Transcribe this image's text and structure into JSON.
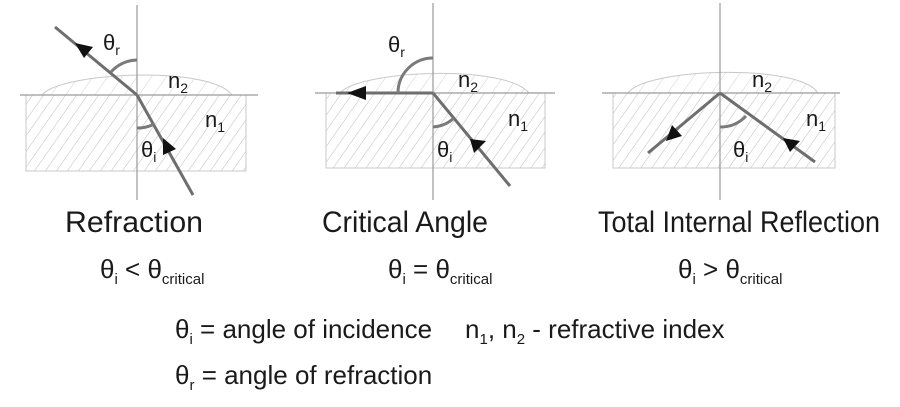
{
  "panels": [
    {
      "title": "Refraction",
      "theta": "θ",
      "i": "i",
      "op": " < ",
      "crit": "critical",
      "r_label": "r",
      "n2": "n",
      "n2_sub": "2",
      "n1": "n",
      "n1_sub": "1"
    },
    {
      "title": "Critical Angle",
      "theta": "θ",
      "i": "i",
      "op": " = ",
      "crit": "critical",
      "r_label": "r",
      "n2": "n",
      "n2_sub": "2",
      "n1": "n",
      "n1_sub": "1"
    },
    {
      "title": "Total Internal Reflection",
      "theta": "θ",
      "i": "i",
      "op": " > ",
      "crit": "critical",
      "n2": "n",
      "n2_sub": "2",
      "n1": "n",
      "n1_sub": "1"
    }
  ],
  "legend": {
    "incidence": {
      "theta": "θ",
      "sub": "i",
      "text": " = angle of incidence"
    },
    "refraction": {
      "theta": "θ",
      "sub": "r",
      "text": " = angle of refraction"
    },
    "index": {
      "n1": "n",
      "n1_sub": "1",
      "sep": ", ",
      "n2": "n",
      "n2_sub": "2",
      "text": " - refractive index"
    }
  },
  "colors": {
    "ray": "#6e6e6e",
    "hatch": "#c8c8c8",
    "text": "#1a1a1a"
  }
}
